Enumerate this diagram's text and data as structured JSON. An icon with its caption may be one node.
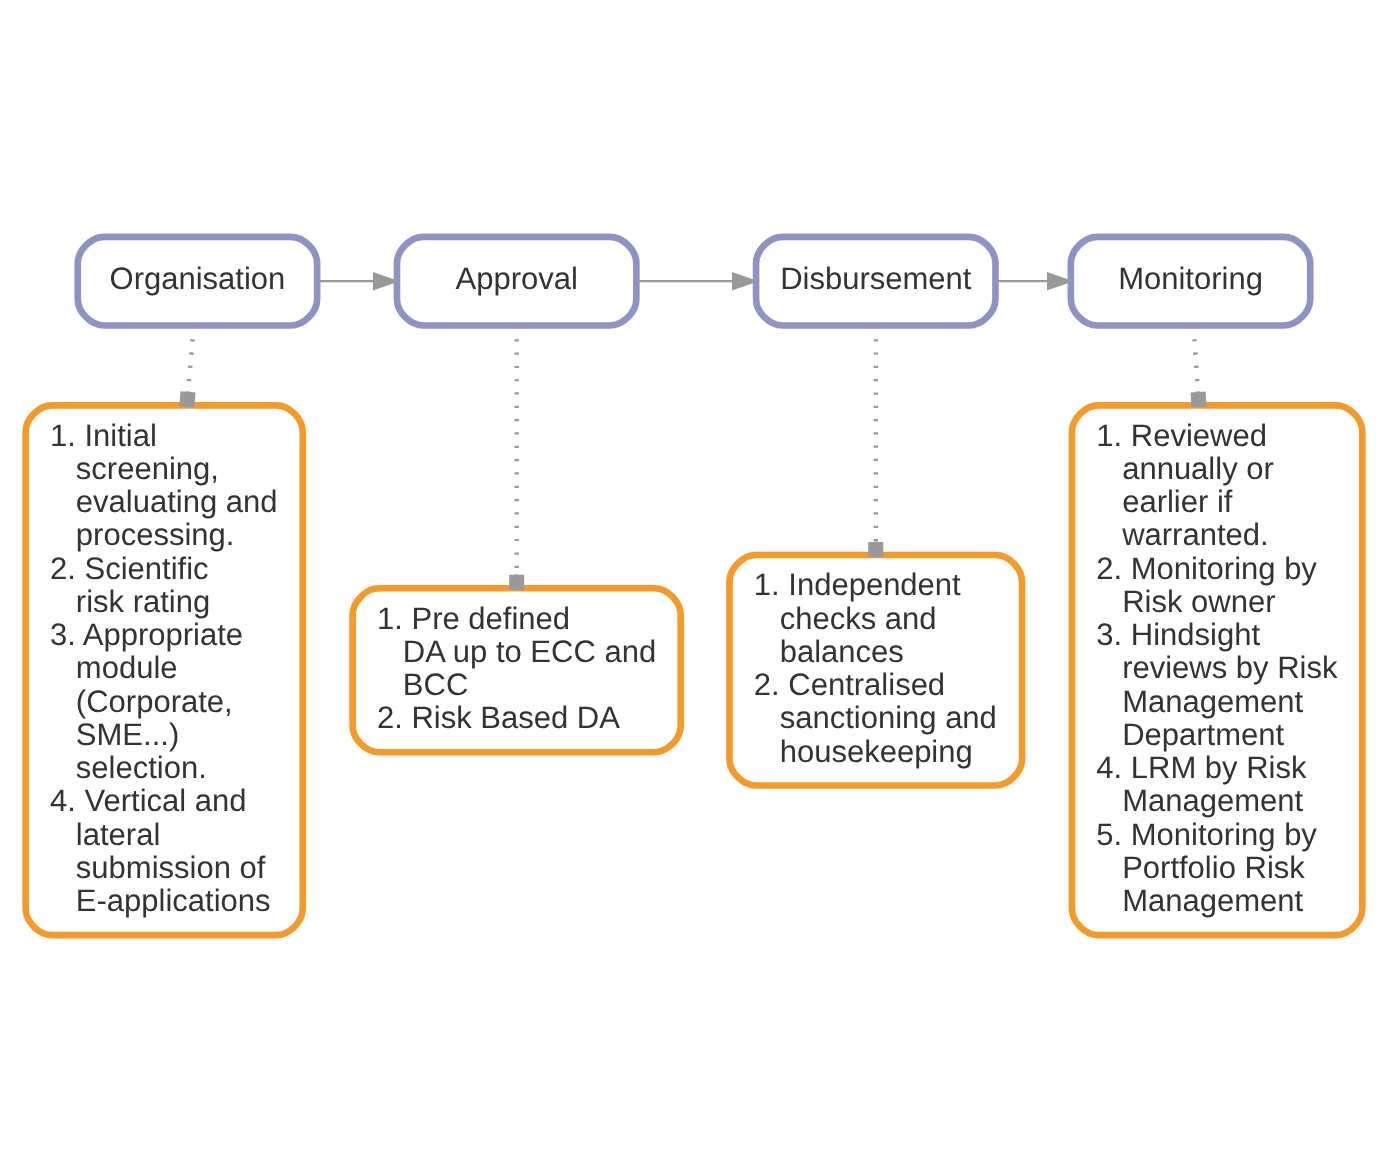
{
  "diagram": {
    "nodes": [
      {
        "text": [
          "Organisation"
        ]
      },
      {
        "text": [
          "Approval"
        ]
      },
      {
        "text": [
          "Disbursement"
        ]
      },
      {
        "text": [
          "Monitoring"
        ]
      },
      {
        "text": [
          "1. Initial screening, evaluating and processing.",
          "2. Scientific risk rating",
          "3. Appropriate module (Corporate, SME...) selection.",
          "4. Vertical and lateral submission of E-applications"
        ]
      },
      {
        "text": [
          "1. Pre defined DA up to ECC and BCC",
          "2. Risk Based DA"
        ]
      },
      {
        "text": [
          "1. Independent checks and balances",
          "2. Centralised sanctioning and housekeeping"
        ]
      },
      {
        "text": [
          "1. Reviewed annually or earlier if warranted.",
          "2. Monitoring by Risk owner",
          "3. Hindsight reviews by Risk Management Department",
          "4. LRM by Risk Management",
          "5. Monitoring by Portfolio Risk Management"
        ]
      }
    ],
    "edges": [
      {
        "from": 0,
        "to": 1,
        "arrow": "to"
      },
      {
        "from": 1,
        "to": 2,
        "arrow": "to"
      },
      {
        "from": 2,
        "to": 3,
        "arrow": "to"
      },
      {
        "from": 0,
        "to": 4,
        "arrow": "other",
        "style": "dashed"
      },
      {
        "from": 1,
        "to": 5,
        "arrow": "other",
        "style": "dashed"
      },
      {
        "from": 2,
        "to": 6,
        "arrow": "other",
        "style": "dashed"
      },
      {
        "from": 3,
        "to": 7,
        "arrow": "other",
        "style": "dashed"
      }
    ]
  }
}
